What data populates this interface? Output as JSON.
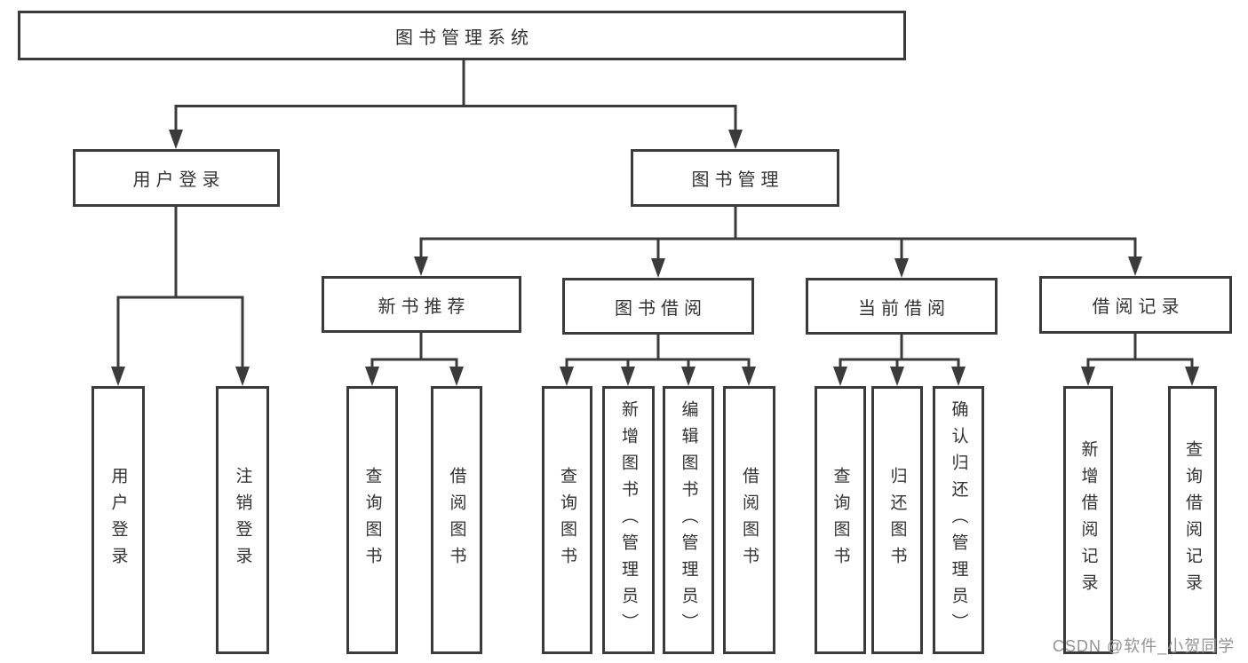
{
  "colors": {
    "line": "#3b3b3b",
    "box_border": "#3b3b3b",
    "text": "#333333",
    "watermark": "#949494",
    "background": "#ffffff"
  },
  "tree": {
    "root": "图书管理系统",
    "branches": [
      {
        "label": "用户登录",
        "children": [
          "用户登录",
          "注销登录"
        ]
      },
      {
        "label": "图书管理",
        "groups": [
          {
            "label": "新书推荐",
            "children": [
              "查询图书",
              "借阅图书"
            ]
          },
          {
            "label": "图书借阅",
            "children": [
              "查询图书",
              "新增图书（管理员）",
              "编辑图书（管理员）",
              "借阅图书"
            ]
          },
          {
            "label": "当前借阅",
            "children": [
              "查询图书",
              "归还图书",
              "确认归还（管理员）"
            ]
          },
          {
            "label": "借阅记录",
            "children": [
              "新增借阅记录",
              "查询借阅记录"
            ]
          }
        ]
      }
    ]
  },
  "watermark": {
    "text": "CSDN @软件_小贺同学"
  }
}
